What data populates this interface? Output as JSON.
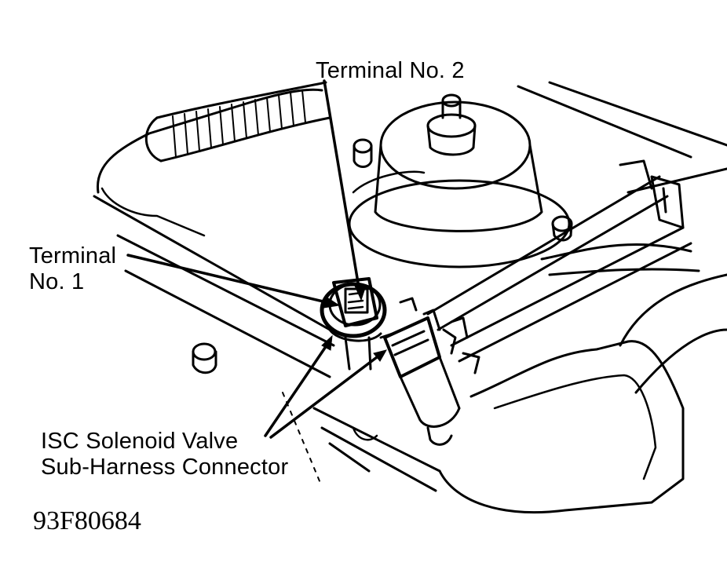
{
  "labels": {
    "terminal2": "Terminal No. 2",
    "terminal1_line1": "Terminal",
    "terminal1_line2": "No. 1",
    "isc_line1": "ISC Solenoid Valve",
    "isc_line2": "Sub-Harness Connector"
  },
  "figure_id": "93F80684",
  "colors": {
    "ink": "#000000",
    "paper": "#ffffff"
  }
}
